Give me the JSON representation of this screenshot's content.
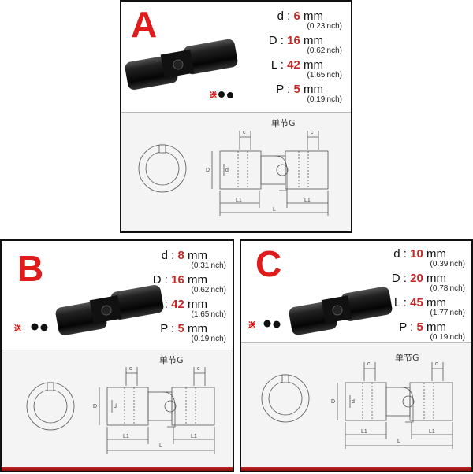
{
  "colors": {
    "letter": "#e01b1b",
    "accent_value": "#c62828",
    "diagram_line": "#555555",
    "bar": "#b71c1c"
  },
  "panels": [
    {
      "letter": "A",
      "specs": [
        {
          "key": "d",
          "value": "6",
          "unit": "mm",
          "inch": "(0.23inch)"
        },
        {
          "key": "D",
          "value": "16",
          "unit": "mm",
          "inch": "(0.62inch)"
        },
        {
          "key": "L",
          "value": "42",
          "unit": "mm",
          "inch": "(1.65inch)"
        },
        {
          "key": "P",
          "value": "5",
          "unit": "mm",
          "inch": "(0.19inch)"
        }
      ],
      "gift_label": "送",
      "diagram_title": "单节G",
      "dim_labels": {
        "c1": "c",
        "c2": "c",
        "d": "d",
        "D": "D",
        "l1a": "L1",
        "l1b": "L1",
        "l": "L"
      }
    },
    {
      "letter": "B",
      "specs": [
        {
          "key": "d",
          "value": "8",
          "unit": "mm",
          "inch": "(0.31inch)"
        },
        {
          "key": "D",
          "value": "16",
          "unit": "mm",
          "inch": "(0.62inch)"
        },
        {
          "key": "L",
          "value": "42",
          "unit": "mm",
          "inch": "(1.65inch)"
        },
        {
          "key": "P",
          "value": "5",
          "unit": "mm",
          "inch": "(0.19inch)"
        }
      ],
      "gift_label": "送",
      "diagram_title": "单节G",
      "dim_labels": {
        "c1": "c",
        "c2": "c",
        "d": "d",
        "D": "D",
        "l1a": "L1",
        "l1b": "L1",
        "l": "L"
      }
    },
    {
      "letter": "C",
      "specs": [
        {
          "key": "d",
          "value": "10",
          "unit": "mm",
          "inch": "(0.39inch)"
        },
        {
          "key": "D",
          "value": "20",
          "unit": "mm",
          "inch": "(0.78inch)"
        },
        {
          "key": "L",
          "value": "45",
          "unit": "mm",
          "inch": "(1.77inch)"
        },
        {
          "key": "P",
          "value": "5",
          "unit": "mm",
          "inch": "(0.19inch)"
        }
      ],
      "gift_label": "送",
      "diagram_title": "单节G",
      "dim_labels": {
        "c1": "c",
        "c2": "c",
        "d": "d",
        "D": "D",
        "l1a": "L1",
        "l1b": "L1",
        "l": "L"
      }
    }
  ]
}
